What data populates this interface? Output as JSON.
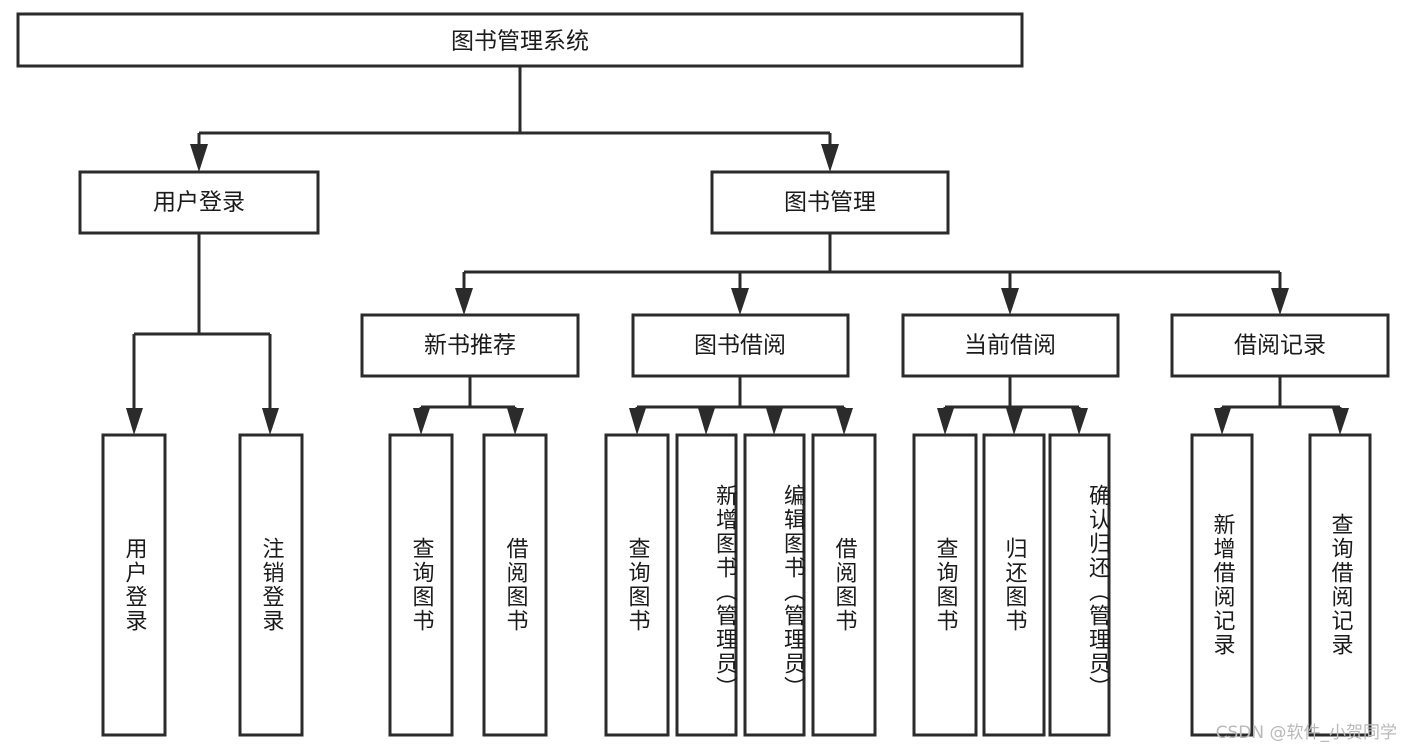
{
  "diagram": {
    "title": "图书管理系统",
    "type": "tree-hierarchy-diagram",
    "background_color": "#ffffff",
    "line_color": "#2b2b2b",
    "text_color": "#1b1b1b",
    "watermark": "CSDN @软件_小贺同学",
    "levels": {
      "root": {
        "label": "图书管理系统"
      },
      "level2": [
        {
          "label": "用户登录"
        },
        {
          "label": "图书管理"
        }
      ],
      "level3": [
        {
          "label": "新书推荐"
        },
        {
          "label": "图书借阅"
        },
        {
          "label": "当前借阅"
        },
        {
          "label": "借阅记录"
        }
      ],
      "leaves": {
        "user_login": [
          {
            "label": "用户登录"
          },
          {
            "label": "注销登录"
          }
        ],
        "new_book_recommend": [
          {
            "label": "查询图书"
          },
          {
            "label": "借阅图书"
          }
        ],
        "book_borrow": [
          {
            "label": "查询图书"
          },
          {
            "label": "新增图书（管理员）"
          },
          {
            "label": "编辑图书（管理员）"
          },
          {
            "label": "借阅图书"
          }
        ],
        "current_borrow": [
          {
            "label": "查询图书"
          },
          {
            "label": "归还图书"
          },
          {
            "label": "确认归还（管理员）"
          }
        ],
        "borrow_record": [
          {
            "label": "新增借阅记录"
          },
          {
            "label": "查询借阅记录"
          }
        ]
      }
    }
  }
}
